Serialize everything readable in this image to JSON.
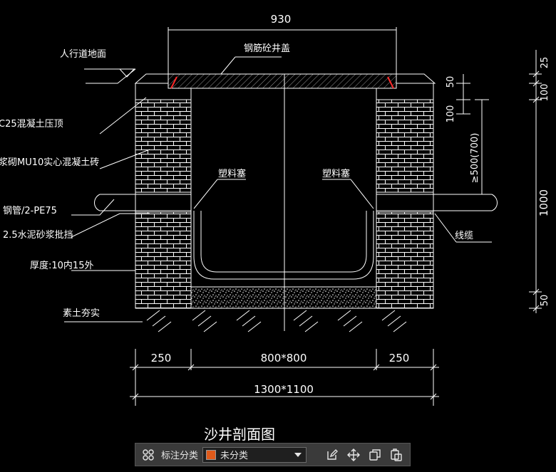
{
  "drawing": {
    "title": "沙井剖面图",
    "labels": {
      "sidewalk": "人行道地面",
      "cover": "钢筋砼井盖",
      "c25_top": "C25混凝土压顶",
      "brick": "浆砌MU10实心混凝土砖",
      "pipe": "钢管/2-PE75",
      "mortar": "2.5水泥砂浆批挡",
      "thickness": "厚度:10内15外",
      "compacted": "素土夯实",
      "plastic_plug_left": "塑料塞",
      "plastic_plug_right": "塑料塞",
      "cable": "线缆"
    },
    "dims": {
      "top_width": "930",
      "left_wall": "250",
      "inner": "800*800",
      "right_wall": "250",
      "total": "1300*1100",
      "r_25": "25",
      "r_100": "100",
      "r_1000": "1000",
      "r_50": "50",
      "in_50": "50",
      "in_100": "100",
      "depth": "≥500(700)"
    },
    "colors": {
      "line": "#ffffff",
      "accent": "#ff2a2a",
      "background": "#000000"
    }
  },
  "toolbar": {
    "label": "标注分类",
    "select_value": "未分类",
    "swatch_color": "#e05a1a",
    "icons": [
      "grid-icon",
      "edit-icon",
      "move-icon",
      "copy-icon",
      "paste-icon"
    ]
  }
}
